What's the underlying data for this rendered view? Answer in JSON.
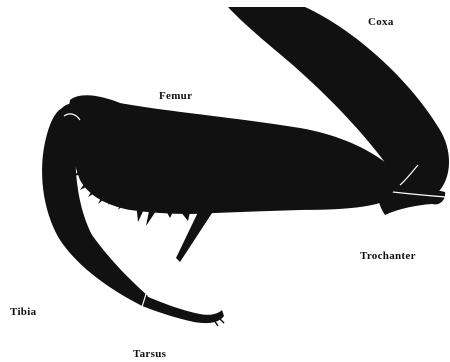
{
  "labels": {
    "coxa": "Coxa",
    "femur": "Femur",
    "trochanter": "Trochanter",
    "tibia": "Tibia",
    "tarsus": "Tarsus"
  },
  "colors": {
    "ink": "#111111",
    "background": "#ffffff"
  }
}
